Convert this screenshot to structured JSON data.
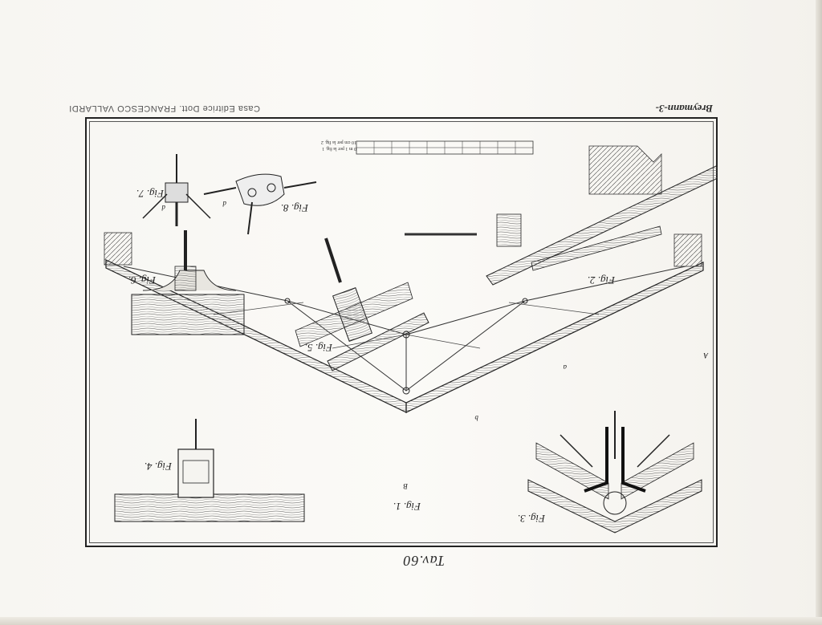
{
  "plate": {
    "number": "Tav.60",
    "publisher": "Casa Editrice Dott. FRANCESCO VALLARDI",
    "author_ref": "Breymann-3-"
  },
  "figures": {
    "fig1": "Fig. 1.",
    "fig2": "Fig. 2.",
    "fig3": "Fig. 3.",
    "fig4": "Fig. 4.",
    "fig5": "Fig. 5.",
    "fig6": "Fig. 6.",
    "fig7": "Fig. 7.",
    "fig8": "Fig. 8."
  },
  "scale": {
    "line1": "0 m 1 per la fig. 1",
    "line2": "10 cm per la fig. 2"
  },
  "point_labels": {
    "A": "A",
    "B": "B",
    "a": "a",
    "b": "b",
    "d1": "d",
    "d2": "d"
  }
}
